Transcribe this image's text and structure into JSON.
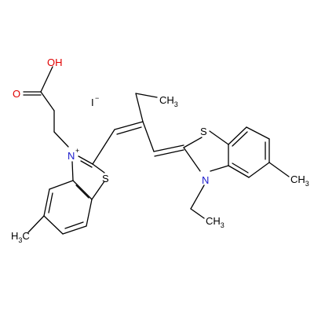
{
  "molecule": {
    "labels": {
      "oh": "OH",
      "o_carbonyl": "O",
      "iodide": "I",
      "iodide_charge": "−",
      "n_plus": "N",
      "n_plus_charge": "+",
      "s_left": "S",
      "s_right": "S",
      "n_right": "N",
      "ch3_chain": "CH",
      "ch3_chain_sub": "3",
      "ch3_left": "H",
      "ch3_left_sub": "3",
      "ch3_left_c": "C",
      "ch3_right": "CH",
      "ch3_right_sub": "3",
      "ch3_ethyl": "CH",
      "ch3_ethyl_sub": "3"
    },
    "colors": {
      "bond": "#000000",
      "oxygen": "#e00000",
      "nitrogen": "#1a1acc",
      "text": "#000000"
    }
  }
}
